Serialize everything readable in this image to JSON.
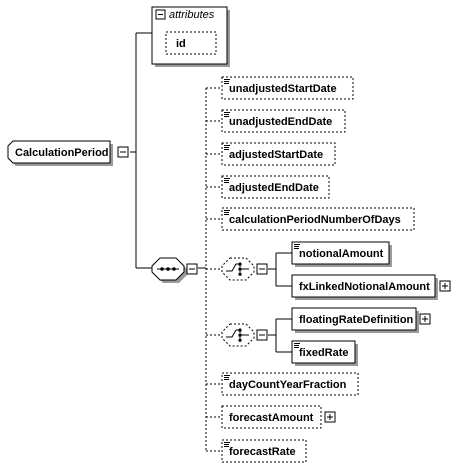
{
  "root": {
    "label": "CalculationPeriod"
  },
  "attributes_group": {
    "title": "attributes",
    "items": [
      {
        "label": "id"
      }
    ]
  },
  "children": [
    {
      "label": "unadjustedStartDate"
    },
    {
      "label": "unadjustedEndDate"
    },
    {
      "label": "adjustedStartDate"
    },
    {
      "label": "adjustedEndDate"
    },
    {
      "label": "calculationPeriodNumberOfDays"
    }
  ],
  "choice_1": [
    {
      "label": "notionalAmount"
    },
    {
      "label": "fxLinkedNotionalAmount"
    }
  ],
  "choice_2": [
    {
      "label": "floatingRateDefinition"
    },
    {
      "label": "fixedRate"
    }
  ],
  "tail_children": [
    {
      "label": "dayCountYearFraction"
    },
    {
      "label": "forecastAmount"
    },
    {
      "label": "forecastRate"
    }
  ]
}
